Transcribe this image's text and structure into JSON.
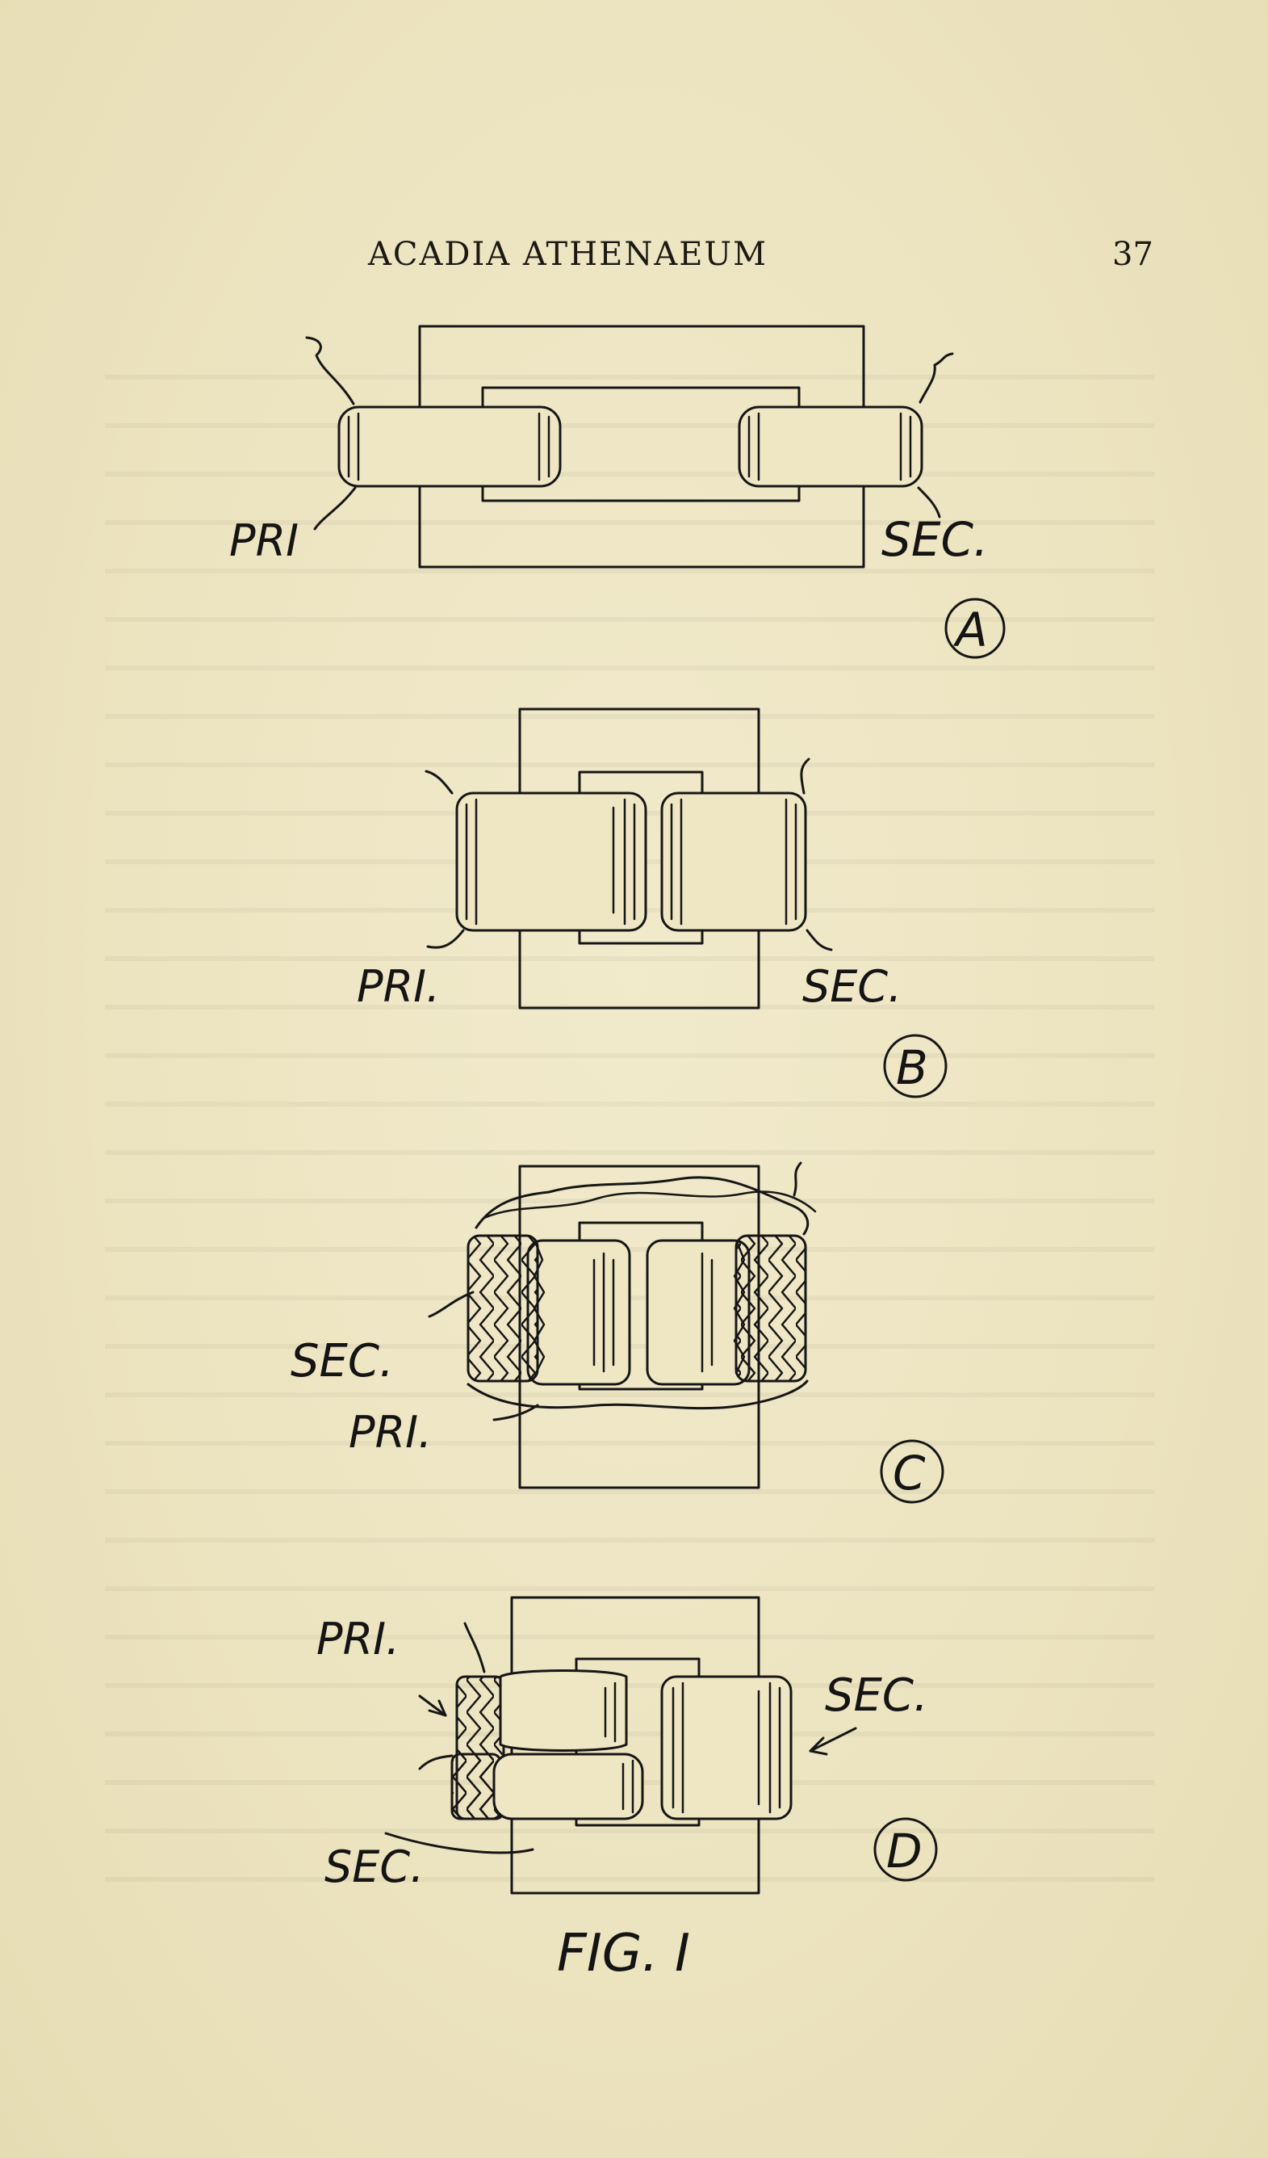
{
  "header": {
    "title": "ACADIA ATHENAEUM",
    "page_number": "37"
  },
  "figure": {
    "caption": "FIG. I",
    "diagrams": [
      {
        "letter": "A",
        "labels": {
          "primary": "PRI",
          "secondary": "SEC."
        }
      },
      {
        "letter": "B",
        "labels": {
          "primary": "PRI.",
          "secondary": "SEC."
        }
      },
      {
        "letter": "C",
        "labels": {
          "primary": "PRI.",
          "secondary": "SEC."
        }
      },
      {
        "letter": "D",
        "labels": {
          "primary": "PRI.",
          "secondary_right": "SEC.",
          "secondary_left": "SEC."
        }
      }
    ]
  }
}
